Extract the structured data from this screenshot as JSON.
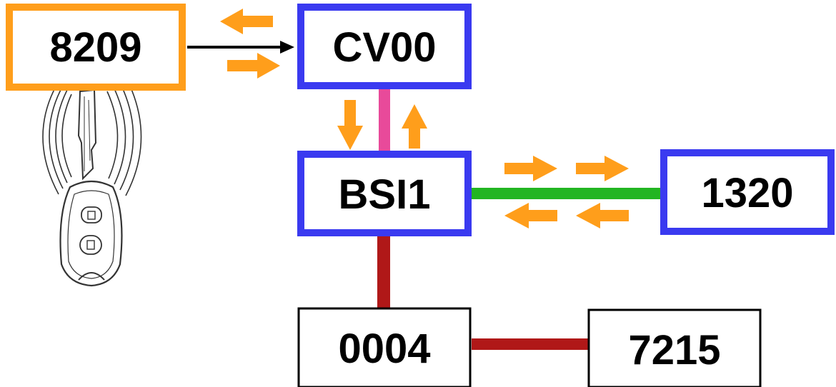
{
  "nodes": {
    "n8209": {
      "label": "8209"
    },
    "cv00": {
      "label": "CV00"
    },
    "bsi1": {
      "label": "BSI1"
    },
    "n1320": {
      "label": "1320"
    },
    "n0004": {
      "label": "0004"
    },
    "n7215": {
      "label": "7215"
    }
  },
  "colors": {
    "transponder_border": "#FF9E1B",
    "ecu_border": "#3A3AF0",
    "plain_border": "#000000",
    "arrow": "#FF9E1B",
    "link_cv00_bsi1": "#E84A9A",
    "link_bsi1_1320": "#22B522",
    "link_bsi1_0004": "#B01818",
    "link_0004_7215": "#B01818"
  },
  "icons": {
    "key_fob": "key-fob-with-radio-waves-icon"
  }
}
